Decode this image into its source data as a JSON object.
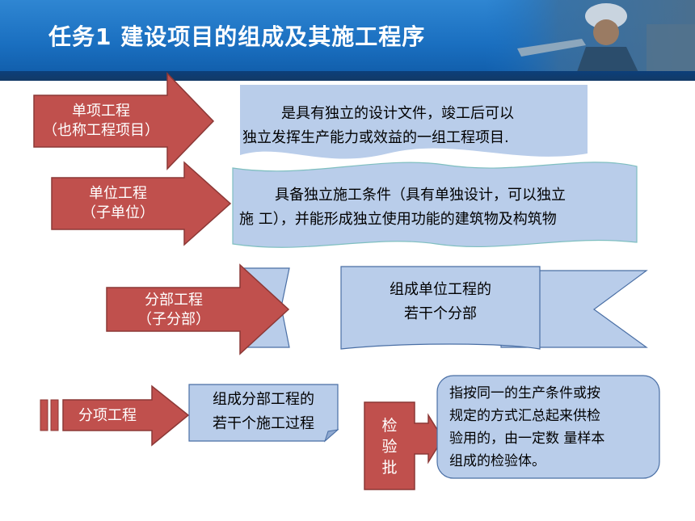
{
  "title": "任务1  建设项目的组成及其施工程序",
  "colors": {
    "arrow": "#c0504d",
    "arrow_border": "#8c3836",
    "box": "#b9cdea",
    "box_border": "#7a9acb",
    "header": "#1a6fc0"
  },
  "items": [
    {
      "label_1": "单项工程",
      "label_2": "（也称工程项目）",
      "desc_1": "是具有独立的设计文件，竣工后可以",
      "desc_2": "独立发挥生产能力或效益的一组工程项目."
    },
    {
      "label_1": "单位工程",
      "label_2": "（子单位）",
      "desc_1": "具备独立施工条件（具有单独设计，可以独立",
      "desc_2": "施 工），并能形成独立使用功能的建筑物及构筑物"
    },
    {
      "label_1": "分部工程",
      "label_2": "（子分部）",
      "desc_1": "组成单位工程的",
      "desc_2": "若干个分部"
    },
    {
      "label_1": "分项工程",
      "desc_1": "组成分部工程的",
      "desc_2": "若干个施工过程"
    },
    {
      "label_chars": [
        "检",
        "验",
        "批"
      ],
      "desc_1": "指按同一的生产条件或按",
      "desc_2": "规定的方式汇总起来供检",
      "desc_3": "验用的，由一定数 量样本",
      "desc_4": "组成的检验体。"
    }
  ]
}
